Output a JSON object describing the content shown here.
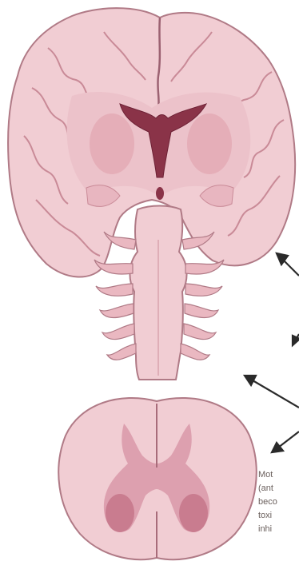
{
  "figure": {
    "caption_lines": [
      "Mot",
      "(ant",
      "beco",
      "toxi",
      "inhi"
    ],
    "colors": {
      "tissue": "#f1cdd3",
      "tissue_dark": "#e3a9b3",
      "outline": "#b07a86",
      "ventricle": "#8a3348",
      "grey_matter": "#d998a8",
      "arrow": "#2a2a2a"
    }
  }
}
